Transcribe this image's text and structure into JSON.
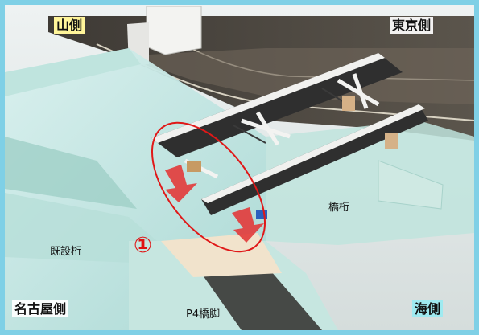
{
  "corners": {
    "top_left": "山側",
    "top_right": "東京側",
    "bottom_left": "名古屋側",
    "bottom_right": "海側"
  },
  "labels": {
    "existing_girder": "既設桁",
    "bridge_girder": "橋桁",
    "pier": "P4橋脚"
  },
  "marker": "①",
  "colors": {
    "frame": "#7fd0e6",
    "highlight_ellipse": "#e01818",
    "arrow_fill": "#e23a3a",
    "corner_yellow": "#fff59a",
    "corner_cyan": "#9feaf0"
  }
}
